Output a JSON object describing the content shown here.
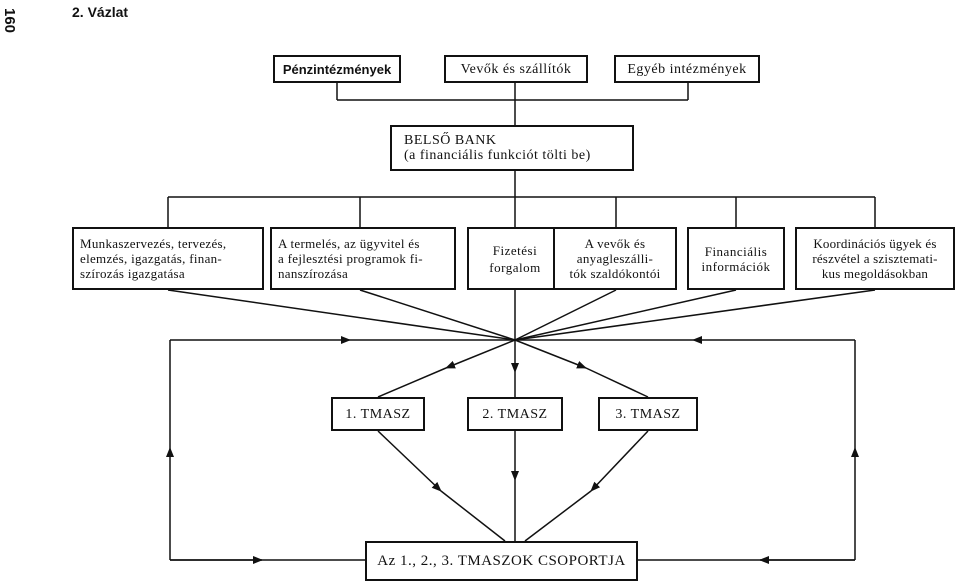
{
  "page": {
    "number": "160",
    "chapter": "2. Vázlat"
  },
  "institutions": [
    "Pénzintézmények",
    "Vevők és szállítók",
    "Egyéb intézmények"
  ],
  "inner_bank": {
    "title": "BELSŐ BANK",
    "subtitle": "(a financiális funkciót tölti be)"
  },
  "functions": [
    "Munkaszervezés, tervezés,\nelemzés, igazgatás, finan-\nszírozás igazgatása",
    "A termelés, az ügyvitel és\na fejlesztési programok fi-\nnanszírozása",
    "Fizetési\nforgalom",
    "A vevők és\nanyagleszálli-\ntók szaldókontói",
    "Financiális\ninformációk",
    "Koordinációs ügyek és\nrészvétel a szisztemati-\nkus megoldásokban"
  ],
  "tmasz": [
    "1. TMASZ",
    "2. TMASZ",
    "3. TMASZ"
  ],
  "group": "Az 1., 2., 3. TMASZOK CSOPORTJA"
}
